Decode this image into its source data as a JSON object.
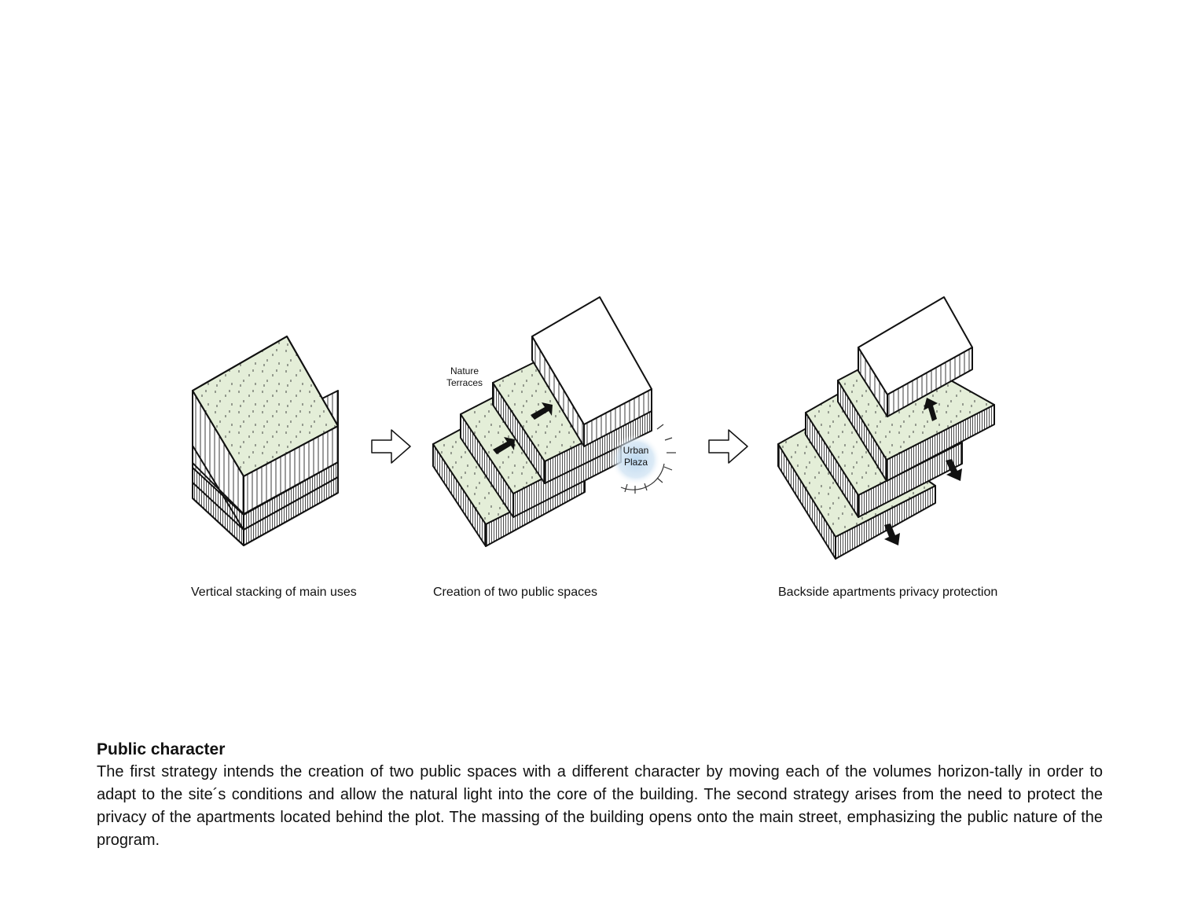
{
  "diagrams": {
    "step1": {
      "caption": "Vertical stacking of main uses"
    },
    "step2": {
      "caption": "Creation of two public spaces",
      "label_terraces": "Nature\nTerraces",
      "label_plaza": "Urban\nPlaza"
    },
    "step3": {
      "caption": "Backside apartments privacy protection"
    }
  },
  "section": {
    "title": "Public character",
    "body": "The first strategy intends the creation of two public spaces with a different character by moving each of the volumes horizon-tally in order to adapt to the site´s conditions and allow the natural light into the core of the building. The second strategy arises from the need to protect the privacy of the apartments located behind the plot. The massing of the building opens onto the main street, emphasizing the public nature of the program."
  },
  "colors": {
    "green_fill": "#e4eed8",
    "line": "#111111",
    "plaza_glow": "#bcd8ef"
  },
  "icons": [
    "arrow-right-outline-icon",
    "arrow-black-icon"
  ]
}
